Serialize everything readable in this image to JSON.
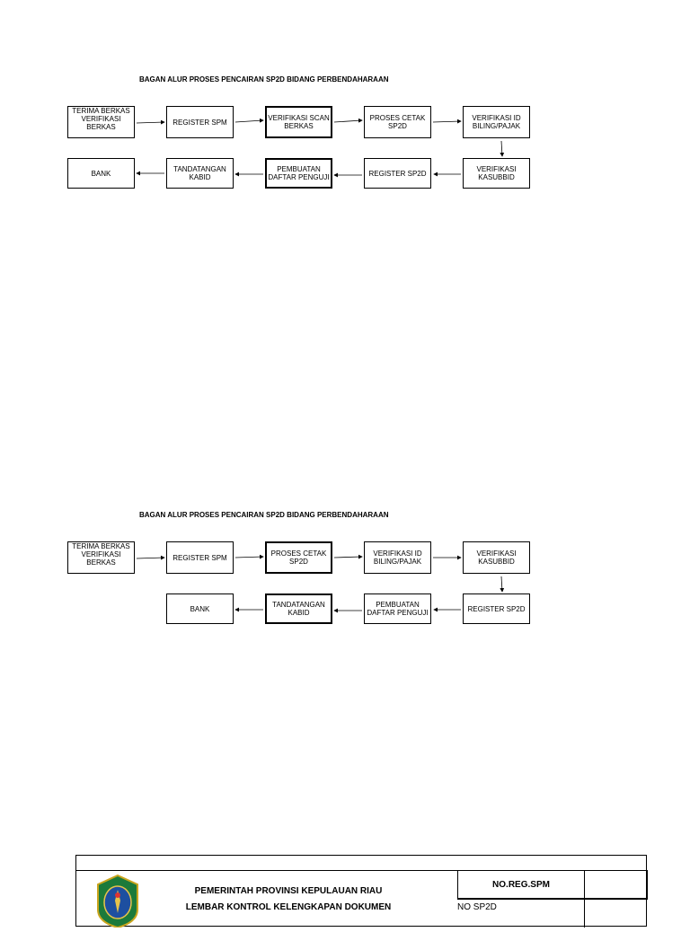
{
  "diagram1": {
    "title": "BAGAN ALUR PROSES PENCAIRAN SP2D BIDANG PERBENDAHARAAN",
    "row1": [
      "TERIMA BERKAS VERIFIKASI BERKAS",
      "REGISTER SPM",
      "VERIFIKASI SCAN BERKAS",
      "PROSES CETAK SP2D",
      "VERIFIKASI ID BILING/PAJAK"
    ],
    "row2": [
      "BANK",
      "TANDATANGAN KABID",
      "PEMBUATAN DAFTAR PENGUJI",
      "REGISTER SP2D",
      "VERIFIKASI KASUBBID"
    ]
  },
  "diagram2": {
    "title": "BAGAN ALUR PROSES PENCAIRAN SP2D BIDANG PERBENDAHARAAN",
    "row1": [
      "TERIMA BERKAS VERIFIKASI BERKAS",
      "REGISTER SPM",
      "PROSES CETAK SP2D",
      "VERIFIKASI ID BILING/PAJAK",
      "VERIFIKASI KASUBBID"
    ],
    "row2": [
      "BANK",
      "TANDATANGAN KABID",
      "PEMBUATAN DAFTAR PENGUJI",
      "REGISTER SP2D"
    ]
  },
  "form": {
    "line1": "PEMERINTAH PROVINSI KEPULAUAN RIAU",
    "line2": "LEMBAR KONTROL KELENGKAPAN DOKUMEN",
    "no_reg_label": "NO.REG.SPM",
    "no_sp2d_label": "NO SP2D"
  }
}
